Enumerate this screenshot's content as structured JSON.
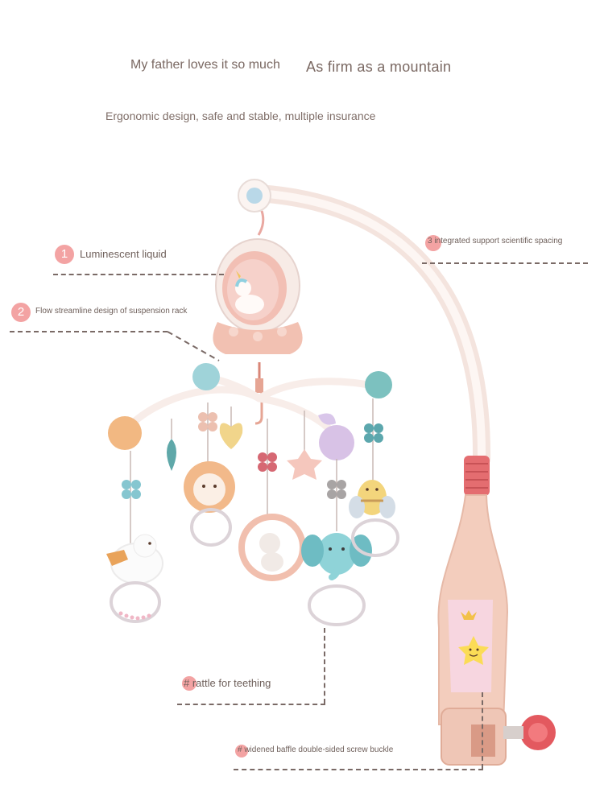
{
  "headline": {
    "left": "My father loves it so much",
    "right": "As firm as a mountain"
  },
  "subtitle": "Ergonomic design, safe and stable, multiple insurance",
  "callouts": [
    {
      "number": "1",
      "text": "Luminescent liquid"
    },
    {
      "number": "2",
      "text": "Flow streamline design of suspension rack"
    },
    {
      "number": "",
      "text": "3 integrated support scientific spacing"
    },
    {
      "number": "",
      "text": "# rattle for teething"
    },
    {
      "number": "",
      "text": "# widened baffle double-sided screw buckle"
    }
  ],
  "colors": {
    "accent": "#f3a3a3",
    "text": "#6f605b",
    "pole": "#f2c9b8",
    "arm": "#fbeee8",
    "grip": "#e57273"
  }
}
